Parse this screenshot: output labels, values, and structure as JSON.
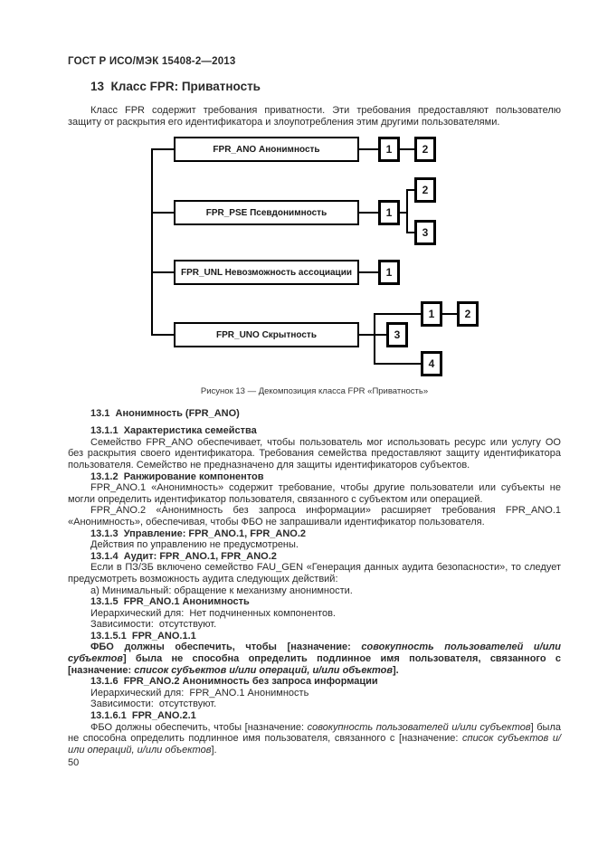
{
  "page": {
    "header": "ГОСТ Р ИСО/МЭК 15408-2—2013",
    "page_number": "50"
  },
  "section": {
    "title": "13  Класс FPR: Приватность",
    "intro": "Класс FPR содержит требования приватности. Эти требования предоставляют пользователю защиту от раскрытия его идентификатора и злоупотребления этим другими пользователями."
  },
  "diagram": {
    "caption": "Рисунок 13 — Декомпозиция класса FPR «Приватность»",
    "families": {
      "ano": {
        "label": "FPR_ANO Анонимность",
        "c1": "1",
        "c2": "2"
      },
      "pse": {
        "label": "FPR_PSE Псевдонимность",
        "c1": "1",
        "c2": "2",
        "c3": "3"
      },
      "unl": {
        "label": "FPR_UNL Невозможность ассоциации",
        "c1": "1"
      },
      "uno": {
        "label": "FPR_UNO Скрытность",
        "c1": "1",
        "c2": "2",
        "c3": "3",
        "c4": "4"
      }
    }
  },
  "body": {
    "h_13_1": "13.1  Анонимность (FPR_ANO)",
    "h_13_1_1": "13.1.1  Характеристика семейства",
    "p_family": "Семейство FPR_ANO обеспечивает, чтобы пользователь мог использовать ресурс или услугу ОО без раскрытия своего идентификатора. Требования семейства предоставляют защиту идентификатора пользователя. Семейство не предназначено для защиты идентификаторов субъектов.",
    "h_13_1_2": "13.1.2  Ранжирование компонентов",
    "p_rank1": "FPR_ANO.1 «Анонимность» содержит требование, чтобы другие пользователи или субъекты не могли определить идентификатор пользователя, связанного с субъектом или операцией.",
    "p_rank2": "FPR_ANO.2 «Анонимность без запроса информации» расширяет требования FPR_ANO.1 «Анонимность», обеспечивая, чтобы ФБО не запрашивали идентификатор пользователя.",
    "h_13_1_3": "13.1.3  Управление: FPR_ANO.1, FPR_ANO.2",
    "p_mgmt": "Действия по управлению не предусмотрены.",
    "h_13_1_4": "13.1.4  Аудит: FPR_ANO.1, FPR_ANO.2",
    "p_audit": "Если в ПЗ/ЗБ включено семейство FAU_GEN «Генерация данных аудита безопасности», то следует предусмотреть возможность аудита следующих действий:",
    "p_audit_a": "а) Минимальный: обращение к механизму анонимности.",
    "h_13_1_5": "13.1.5  FPR_ANO.1 Анонимность",
    "p_hier_1": "Иерархический для:  Нет подчиненных компонентов.",
    "p_dep_1": "Зависимости:  отсутствуют.",
    "h_13_1_5_1": "13.1.5.1  FPR_ANO.1.1",
    "req1": {
      "part1": "ФБО должны обеспечить, чтобы [назначение: ",
      "assign1": "совокупность пользователей и/или субъектов",
      "part2": "] была не способна определить подлинное имя пользователя, связанного с [назначение: ",
      "assign2": "список субъектов и/или операций, и/или объектов",
      "part3": "]."
    },
    "h_13_1_6": "13.1.6  FPR_ANO.2 Анонимность без запроса информации",
    "p_hier_2": "Иерархический для:  FPR_ANO.1 Анонимность",
    "p_dep_2": "Зависимости:  отсутствуют.",
    "h_13_1_6_1": "13.1.6.1  FPR_ANO.2.1",
    "req2": {
      "part1": "ФБО должны обеспечить, чтобы [назначение: ",
      "assign1": "совокупность пользователей и/или субъектов",
      "part2": "] была не способна определить подлинное имя пользователя, связанного с [назначение: ",
      "assign2": "список субъектов и/или операций, и/или объектов",
      "part3": "]."
    }
  }
}
